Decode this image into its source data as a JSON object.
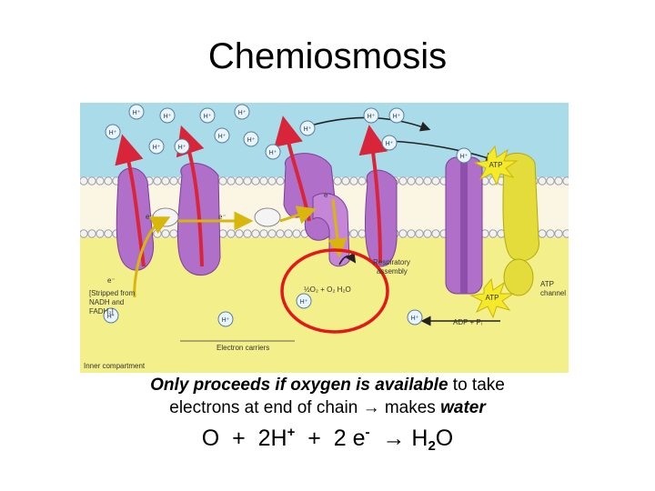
{
  "title": "Chemiosmosis",
  "figure": {
    "proton_label": "H⁺",
    "electron_label": "e⁻",
    "stripped_note": [
      "e⁻",
      "[Stripped from",
      "NADH and",
      "FADH₂]"
    ],
    "water_reaction": "½O₂ + O₂  H₂O",
    "respiratory_assembly": [
      "Respiratory",
      "assembly"
    ],
    "atp_label": "ATP",
    "atp_channel": [
      "ATP",
      "channel"
    ],
    "adp_label": "ADP + Pᵢ",
    "electron_carriers": "Electron carriers",
    "inner_compartment": "Inner compartment",
    "colors": {
      "intermembrane": "#a9dbe8",
      "matrix": "#f3ef8a",
      "membrane_head": "#f2f2f2",
      "protein": "#b06fc8",
      "atp_synthase": "#e3dc3a",
      "arrow": "#d8253a",
      "highlight_circle": "#e01a1a"
    }
  },
  "caption": {
    "line1_bold": "Only proceeds if oxygen is available",
    "line1_rest": " to take",
    "line2_text": "electrons at end of chain ",
    "arrow": "→",
    "line2_mid": " makes ",
    "line2_bold": "water"
  },
  "equation": {
    "o": "O",
    "plus1": "+",
    "two_h": "2H",
    "h_charge": "+",
    "plus2": "+",
    "two_e": "2 e",
    "e_charge": "-",
    "arrow": "→",
    "h": "H",
    "sub": "2",
    "o2": "O"
  }
}
